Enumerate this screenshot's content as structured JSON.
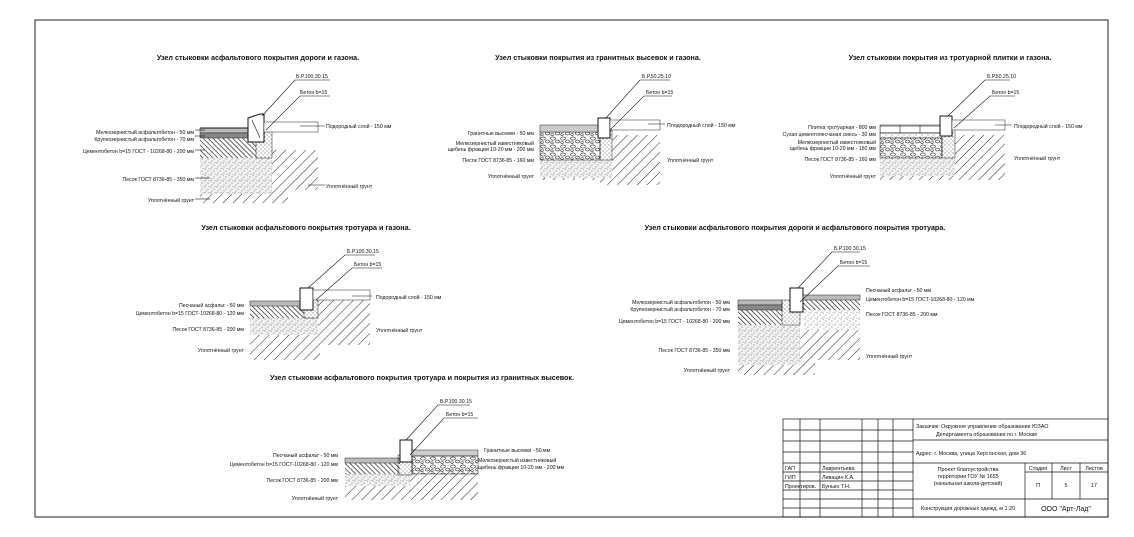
{
  "nodes": [
    {
      "title": "Узел  стыковки асфальтового покрытия дороги и газона.",
      "curb_mark": "Б.Р.100.30.15",
      "concrete": "Бетон b=15",
      "top_right": "Подородный слой - 150 мм",
      "left_labels": [
        "Мелкозернистый асфальтобетон  -  50  мм",
        "Крупнозернистый асфальтобетон  -  70  мм",
        "Цементобетон b=15 ГОСТ - 10268-80  -  200 мм",
        "Песок ГОСТ 8736-85  -  350  мм",
        "Уплотнённый грунт"
      ],
      "right_bottom": "Уплотнённый грунт"
    },
    {
      "title": "Узел стыковки покрытия из гранитных высевок и газона.",
      "curb_mark": "Б.Р.50.25.10",
      "concrete": "Бетон b=15",
      "top_right": "Плодородный слой - 150 мм",
      "left_labels": [
        "Гранитные  высевки  -  50  мм",
        "Мелкозернистый известняковый",
        "щебень фракции 10-20 мм - 200 мм",
        "Песок ГОСТ 8736-85 - 160 мм",
        "Уплотнённый грунт"
      ],
      "right_bottom": "Уплотнённый грунт"
    },
    {
      "title": "Узел стыковки покрытия из тротуарной плитки и газона.",
      "curb_mark": "Б.Р.50.25.10",
      "concrete": "Бетон b=15",
      "top_right": "Плодородный слой - 150 мм",
      "left_labels": [
        "Плитка тротуарная - 800 мм",
        "Сухая цементопесчаная смесь - 30 мм",
        "Мелкозернистый известняковый",
        "щебень фракции 10-20 мм - 150 мм",
        "Песок ГОСТ 8736-85 - 160 мм",
        "Уплотнённый грунт"
      ],
      "right_bottom": "Уплотнённый грунт"
    },
    {
      "title": "Узел стыковки асфальтового покрытия тротуара и газона.",
      "curb_mark": "Б.Р.100.30.15",
      "concrete": "Бетон b=15",
      "top_right": "Плодородный слой - 150 мм",
      "left_labels": [
        "Песчаный асфальт - 50 мм",
        "Цементобетон b=15 ГОСТ-10268-80  -  120 мм",
        "Песок ГОСТ 8736-85 - 200 мм",
        "Уплотнённый грунт"
      ],
      "right_bottom": "Уплотнённый грунт"
    },
    {
      "title": "Узел  стыковки асфальтового покрытия дороги и асфальтового покрытия тротуара.",
      "curb_mark": "Б.Р.100.30.15",
      "concrete": "Бетон b=15",
      "right_labels": [
        "Песчаный асфальт - 50 мм",
        "Цементобетон b=15 ГОСТ-10268-80  -  120 мм",
        "Песок ГОСТ 8736-85 - 200 мм",
        "Уплотнённый грунт"
      ],
      "left_labels": [
        "Мелкозернистый асфальтобетон  -  50  мм",
        "Крупнозернистый асфальтобетон  -  70  мм",
        "Цементобетон b=15 ГОСТ - 10268-80  -  200 мм",
        "Песок ГОСТ 8736-85  -  350  мм",
        "Уплотнённый грунт"
      ]
    },
    {
      "title": "Узел стыковки асфальтового покрытия тротуара и покрытия из гранитных высевок.",
      "curb_mark": "Б.Р.100.30.15",
      "concrete": "Бетон b=15",
      "right_labels": [
        "Гранитные  высевки  -  50  мм",
        "Мелкозернистый известняковый",
        "щебень фракции 10-20 мм - 200 мм"
      ],
      "left_labels": [
        "Песчаный асфальт - 50 мм",
        "Цементобетон b=15 ГОСТ-10268-80  -  120 мм",
        "Песок ГОСТ 8736-85 - 200 мм",
        "Уплотнённый грунт"
      ]
    }
  ],
  "stamp": {
    "customer_1": "Заказчик: Окружное управление образования ЮЗАО",
    "customer_2": "Департамента образования по г. Москве",
    "address": "Адрес:    г. Москва, улица Херсонская, дом 36",
    "project_1": "Проект благоустройства",
    "project_2": "территории ГОУ № 1655",
    "project_3": "(начальная школа-детский)",
    "sheet_title": "Конструкция дорожных одежд, м 1:20",
    "company": "ООО \"Арт-Лад\"",
    "h_stage": "Стадия",
    "h_sheet": "Лист",
    "h_sheets": "Листов",
    "stage": "П",
    "sheet": "5",
    "sheets": "17",
    "rows": [
      {
        "role": "ГАП",
        "name": "Лаврентьева"
      },
      {
        "role": "ГИП",
        "name": "Ливацин К.А."
      },
      {
        "role": "Проектиров.",
        "name": "Бунько Т.Н."
      }
    ]
  }
}
